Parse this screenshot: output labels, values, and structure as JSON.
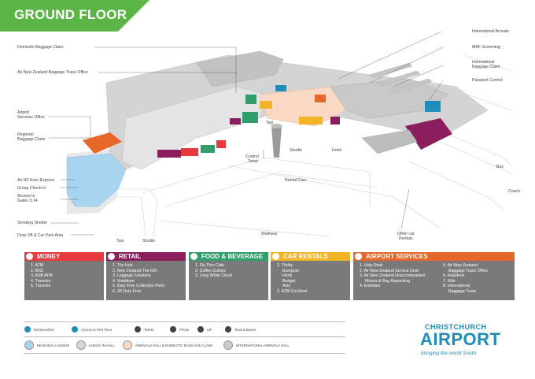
{
  "title": "GROUND FLOOR",
  "colors": {
    "banner": "#5bb446",
    "money": "#e8393f",
    "retail": "#8b1f5e",
    "food": "#2f9e6a",
    "car_rentals": "#f2b327",
    "airport_services": "#e5682a",
    "regional_lounge": "#a8d4ef",
    "check_in_hall": "#d7d7d7",
    "arrivals_hall": "#f9d8c4",
    "international_arrivals_hall": "#c9c9c9"
  },
  "map_labels": {
    "domestic_baggage_claim": "Domestic Baggage Claim",
    "air_nz_baggage_trace": "Air New Zealand Baggage Trace Office",
    "airport_services_office": "Airport\nServices Office",
    "regional_baggage_claim": "Regional\nBaggage Claim",
    "air_nz_koru": "Air NZ Koru Express",
    "group_check_in": "Group Check-in",
    "access_to_gates": "Access to\nGates 3-14",
    "smoking_shelter": "Smoking Shelter",
    "drop_off": "Drop Off & Car Park Area",
    "taxi_left": "Taxi",
    "shuttle_left": "Shuttle",
    "walkway": "Walkway",
    "rental_cars": "Rental Cars",
    "control_tower": "Control\nTower",
    "taxi_center": "Taxi",
    "shuttle_center": "Shuttle",
    "hotel": "Hotel",
    "international_arrivals": "International Arrivals",
    "maf_screening": "MAF Screening",
    "intl_baggage_claim": "International\nBaggage Claim",
    "passport_control": "Passport Control",
    "bus": "Bus",
    "coach": "Coach",
    "other_car_rentals": "Other car\nRentals"
  },
  "categories": {
    "money": {
      "title": "MONEY",
      "items": [
        "1. ATM",
        "2. BNZ",
        "3. ASB ATM",
        "4. Travelex",
        "5. Travelex"
      ]
    },
    "retail": {
      "title": "RETAIL",
      "items": [
        "1. The Hub",
        "2. New Zealand The Gift",
        "3. Luggage Solutions",
        "4. Vodafone",
        "5. Duty Free Collection Point",
        "6. JR Duty Free"
      ]
    },
    "food": {
      "title": "FOOD & BEVERAGE",
      "items": [
        "1. Fly Thru Cafe",
        "2. Coffee Culture",
        "3. Long White Cloud"
      ]
    },
    "car_rentals": {
      "title": "CAR RENTALS",
      "items": [
        "1. Thrifty",
        "Europcar",
        "Hertz",
        "Budget",
        "Avis",
        "2. A2B/ Ezi-Rent"
      ]
    },
    "airport_services": {
      "title": "AIRPORT SERVICES",
      "items_left": [
        "1. Help Desk",
        "2. Air New Zealand Service Desk",
        "3. Air New Zealand Unaccompanied",
        "Minors & Bag Repacking",
        "4. Emirates"
      ],
      "items_right": [
        "5. Air New Zealand",
        "Baggage Trace Office",
        "6. Helpdesk",
        "7. iSite",
        "8. International",
        "Baggage Trace"
      ]
    }
  },
  "symbols": {
    "entrance": "Entrance/Exit",
    "access_first_floor": "Access to First Floor",
    "toilets": "Toilets",
    "phone": "Phone",
    "lift": "Lift",
    "taxis_buses": "Taxis & Buses"
  },
  "zones": {
    "regional_lounge": "REGIONAL LOUNGE",
    "check_in_hall": "CHECK-IN HALL",
    "arrivals_hall": "ARRIVALS HALL & DOMESTIC BAGGAGE CLAIM",
    "international_arrivals_hall": "INTERNATIONAL ARRIVALS HALL"
  },
  "logo": {
    "top": "CHRISTCHURCH",
    "main": "AIRPORT",
    "tagline": "bringing the world South"
  }
}
